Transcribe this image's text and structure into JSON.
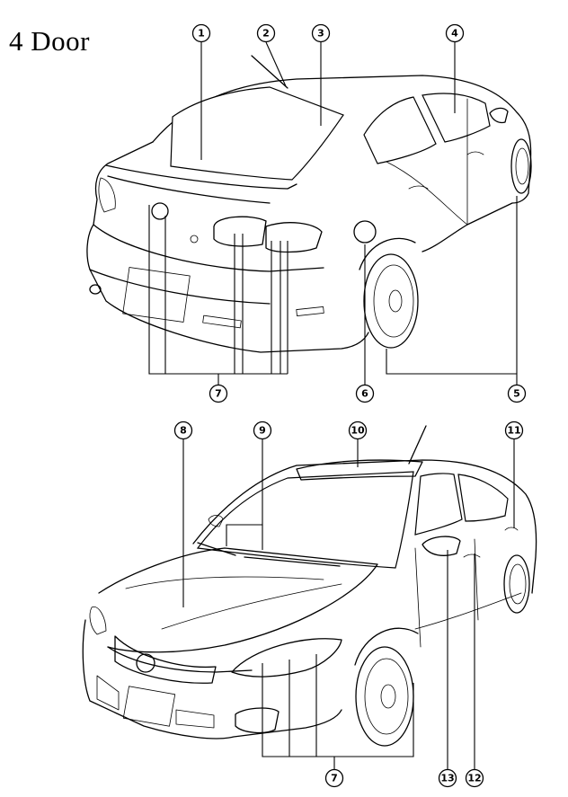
{
  "title": "4 Door",
  "rear_view": {
    "callouts": [
      {
        "id": "1"
      },
      {
        "id": "2"
      },
      {
        "id": "3"
      },
      {
        "id": "4"
      },
      {
        "id": "5"
      },
      {
        "id": "6"
      },
      {
        "id": "7"
      }
    ]
  },
  "front_view": {
    "callouts": [
      {
        "id": "7"
      },
      {
        "id": "8"
      },
      {
        "id": "9"
      },
      {
        "id": "10"
      },
      {
        "id": "11"
      },
      {
        "id": "12"
      },
      {
        "id": "13"
      }
    ]
  }
}
